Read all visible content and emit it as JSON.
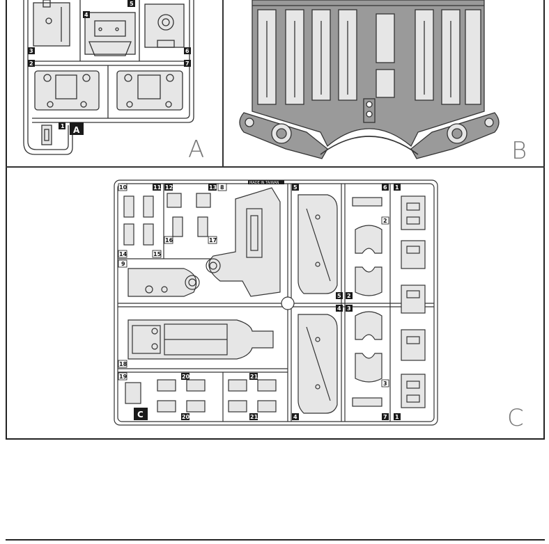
{
  "panels": {
    "a": {
      "letter": "A",
      "badge": "A"
    },
    "b": {
      "letter": "B"
    },
    "c": {
      "letter": "C",
      "badge": "C",
      "made_in": "MADE IN TAIWAN"
    }
  },
  "part_numbers": {
    "a": [
      "1",
      "2",
      "3",
      "4",
      "5",
      "6",
      "7"
    ],
    "c": [
      "10",
      "11",
      "12",
      "13",
      "8",
      "14",
      "15",
      "16",
      "17",
      "9",
      "18",
      "19",
      "20",
      "20",
      "21",
      "21",
      "5",
      "6",
      "1",
      "2",
      "5",
      "2",
      "4",
      "3",
      "3",
      "4",
      "7",
      "1"
    ]
  },
  "colors": {
    "line": "#333333",
    "fill_light": "#e6e6e6",
    "fill_dark": "#9a9a9a",
    "badge": "#1a1a1a"
  }
}
